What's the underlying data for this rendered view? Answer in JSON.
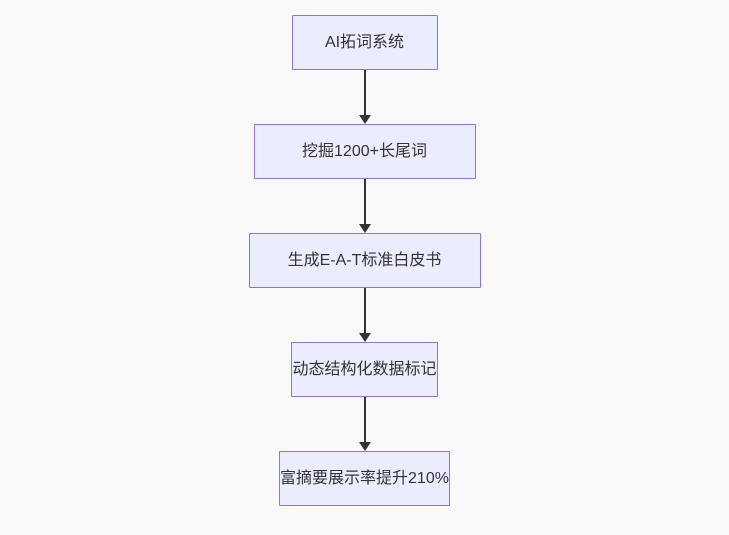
{
  "colors": {
    "page_bg": "#f9f9f9",
    "node_fill": "#ECECFF",
    "node_border": "#9370DB",
    "node_text": "#333333",
    "arrow": "#333333"
  },
  "flowchart": {
    "type": "flowchart",
    "direction": "top-down",
    "nodes": [
      {
        "id": "n1",
        "label": "AI拓词系统"
      },
      {
        "id": "n2",
        "label": "挖掘1200+长尾词"
      },
      {
        "id": "n3",
        "label": "生成E-A-T标准白皮书"
      },
      {
        "id": "n4",
        "label": "动态结构化数据标记"
      },
      {
        "id": "n5",
        "label": "富摘要展示率提升210%"
      }
    ],
    "edges": [
      {
        "from": "n1",
        "to": "n2",
        "style": "arrow-down"
      },
      {
        "from": "n2",
        "to": "n3",
        "style": "arrow-down"
      },
      {
        "from": "n3",
        "to": "n4",
        "style": "arrow-down"
      },
      {
        "from": "n4",
        "to": "n5",
        "style": "arrow-down"
      }
    ]
  }
}
